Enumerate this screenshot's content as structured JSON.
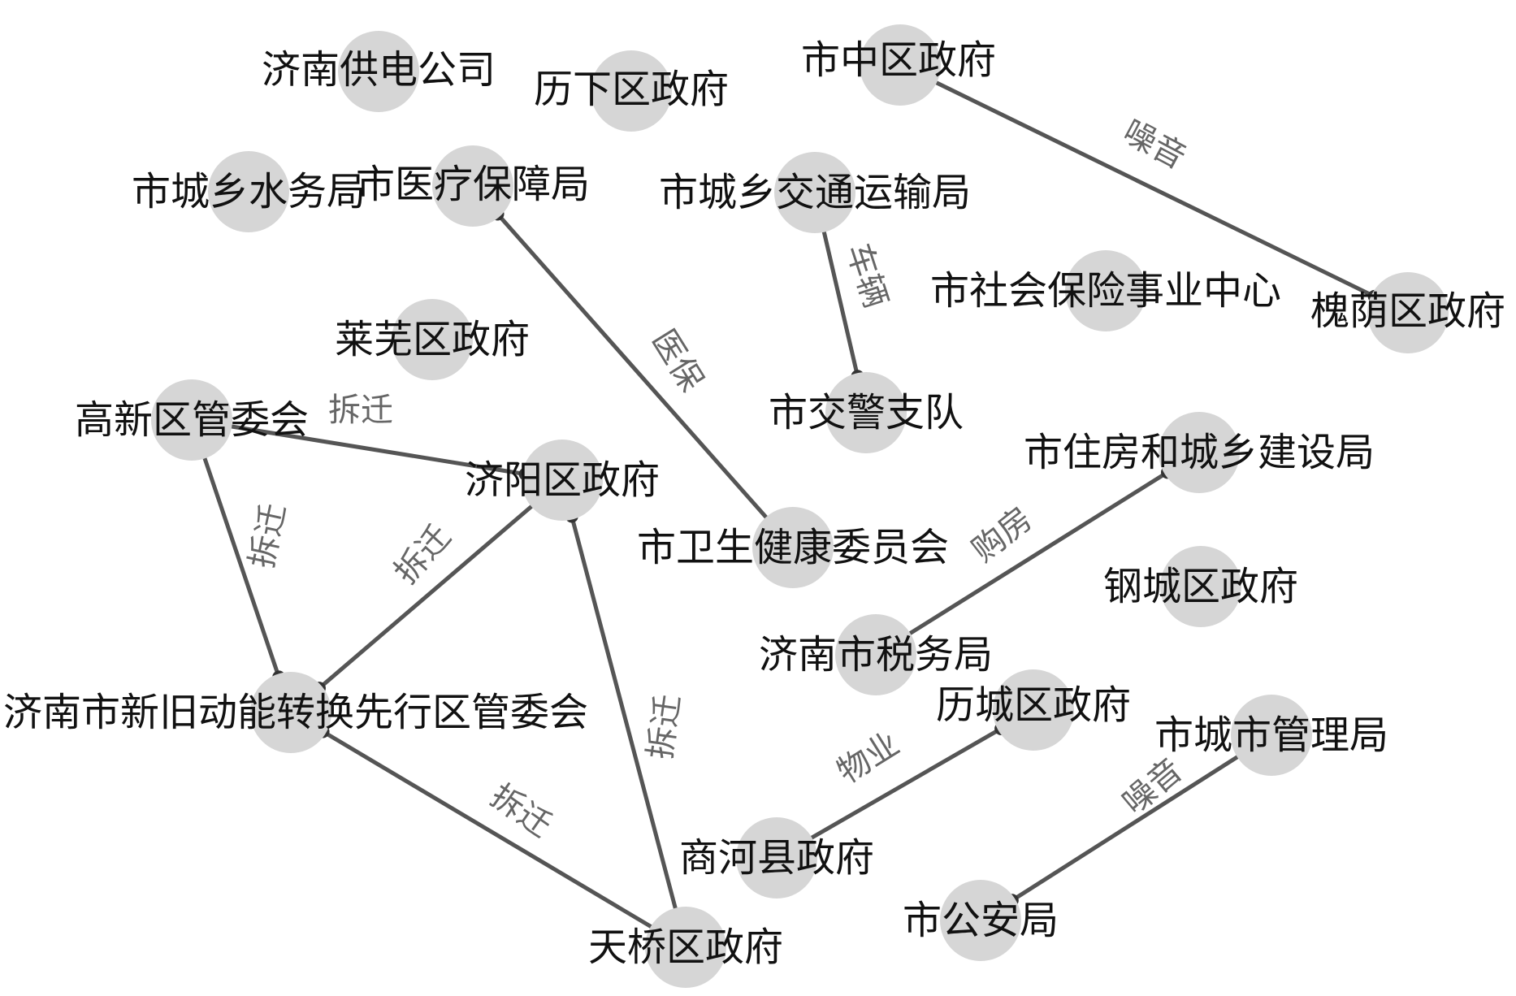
{
  "nodes": [
    {
      "id": "n1",
      "label": "济南供电公司"
    },
    {
      "id": "n2",
      "label": "历下区政府"
    },
    {
      "id": "n3",
      "label": "市中区政府"
    },
    {
      "id": "n4",
      "label": "市城乡水务局"
    },
    {
      "id": "n5",
      "label": "市医疗保障局"
    },
    {
      "id": "n6",
      "label": "市城乡交通运输局"
    },
    {
      "id": "n7",
      "label": "市社会保险事业中心"
    },
    {
      "id": "n8",
      "label": "槐荫区政府"
    },
    {
      "id": "n9",
      "label": "莱芜区政府"
    },
    {
      "id": "n10",
      "label": "市交警支队"
    },
    {
      "id": "n11",
      "label": "高新区管委会"
    },
    {
      "id": "n12",
      "label": "济阳区政府"
    },
    {
      "id": "n13",
      "label": "市住房和城乡建设局"
    },
    {
      "id": "n14",
      "label": "市卫生健康委员会"
    },
    {
      "id": "n15",
      "label": "钢城区政府"
    },
    {
      "id": "n16",
      "label": "济南市税务局"
    },
    {
      "id": "n17",
      "label": "济南市新旧动能转换先行区管委会"
    },
    {
      "id": "n18",
      "label": "历城区政府"
    },
    {
      "id": "n19",
      "label": "市城市管理局"
    },
    {
      "id": "n20",
      "label": "商河县政府"
    },
    {
      "id": "n21",
      "label": "市公安局"
    },
    {
      "id": "n22",
      "label": "天桥区政府"
    }
  ],
  "edges": [
    {
      "from": "n3",
      "to": "n8",
      "label": "噪音"
    },
    {
      "from": "n6",
      "to": "n10",
      "label": "车辆"
    },
    {
      "from": "n14",
      "to": "n5",
      "label": "医保"
    },
    {
      "from": "n11",
      "to": "n12",
      "label": "拆迁"
    },
    {
      "from": "n11",
      "to": "n17",
      "label": "拆迁"
    },
    {
      "from": "n12",
      "to": "n17",
      "label": "拆迁"
    },
    {
      "from": "n22",
      "to": "n12",
      "label": "拆迁"
    },
    {
      "from": "n22",
      "to": "n17",
      "label": "拆迁"
    },
    {
      "from": "n16",
      "to": "n13",
      "label": "购房"
    },
    {
      "from": "n20",
      "to": "n18",
      "label": "物业"
    },
    {
      "from": "n19",
      "to": "n21",
      "label": "噪音"
    }
  ]
}
